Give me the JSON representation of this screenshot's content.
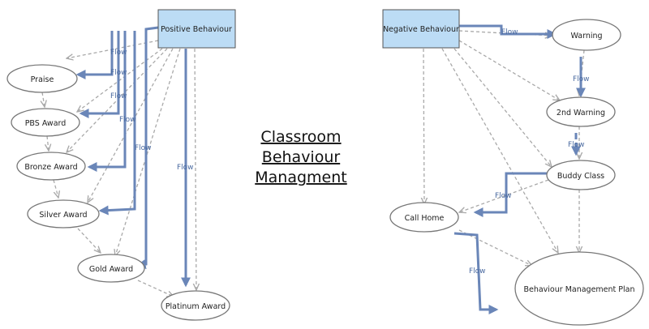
{
  "title": [
    "Classroom",
    "Behaviour",
    "Managment"
  ],
  "flow_label": "Flow",
  "nodes": {
    "positive": "Positive Behaviour",
    "praise": "Praise",
    "pbs": "PBS Award",
    "bronze": "Bronze Award",
    "silver": "Silver Award",
    "gold": "Gold Award",
    "platinum": "Platinum Award",
    "negative": "Negative Behaviour",
    "warning": "Warning",
    "warning2": "2nd Warning",
    "buddy": "Buddy Class",
    "callhome": "Call Home",
    "bmp": "Behaviour Management Plan"
  },
  "colors": {
    "box_fill": "#bcdcf5",
    "flow_arrow": "#6a86b8",
    "dashed_arrow": "#a9a9a9"
  }
}
